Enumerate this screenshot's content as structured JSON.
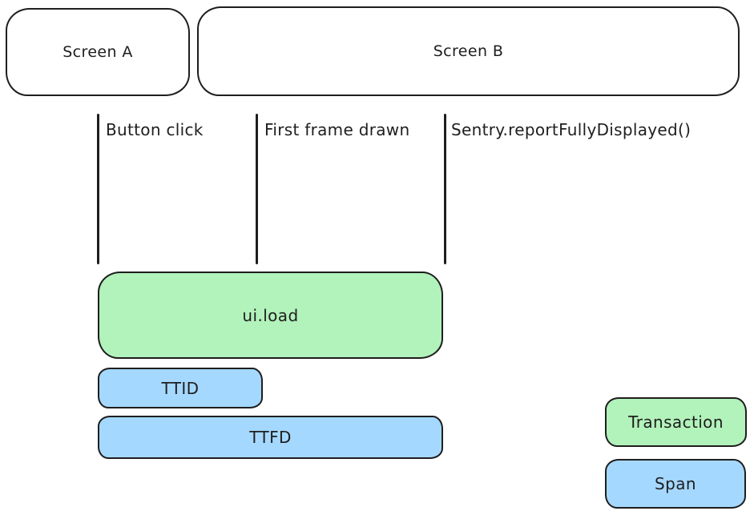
{
  "diagram": {
    "screens": [
      {
        "label": "Screen A"
      },
      {
        "label": "Screen B"
      }
    ],
    "events": [
      {
        "label": "Button click"
      },
      {
        "label": "First frame drawn"
      },
      {
        "label": "Sentry.reportFullyDisplayed()"
      }
    ],
    "spans": [
      {
        "label": "ui.load",
        "kind": "transaction",
        "color": "#b2f2bb"
      },
      {
        "label": "TTID",
        "kind": "span",
        "color": "#a5d8ff"
      },
      {
        "label": "TTFD",
        "kind": "span",
        "color": "#a5d8ff"
      }
    ],
    "legend": [
      {
        "label": "Transaction",
        "color": "#b2f2bb"
      },
      {
        "label": "Span",
        "color": "#a5d8ff"
      }
    ],
    "colors": {
      "transaction_fill": "#b2f2bb",
      "span_fill": "#a5d8ff",
      "stroke": "#1e1e1e",
      "background": "#ffffff"
    }
  }
}
